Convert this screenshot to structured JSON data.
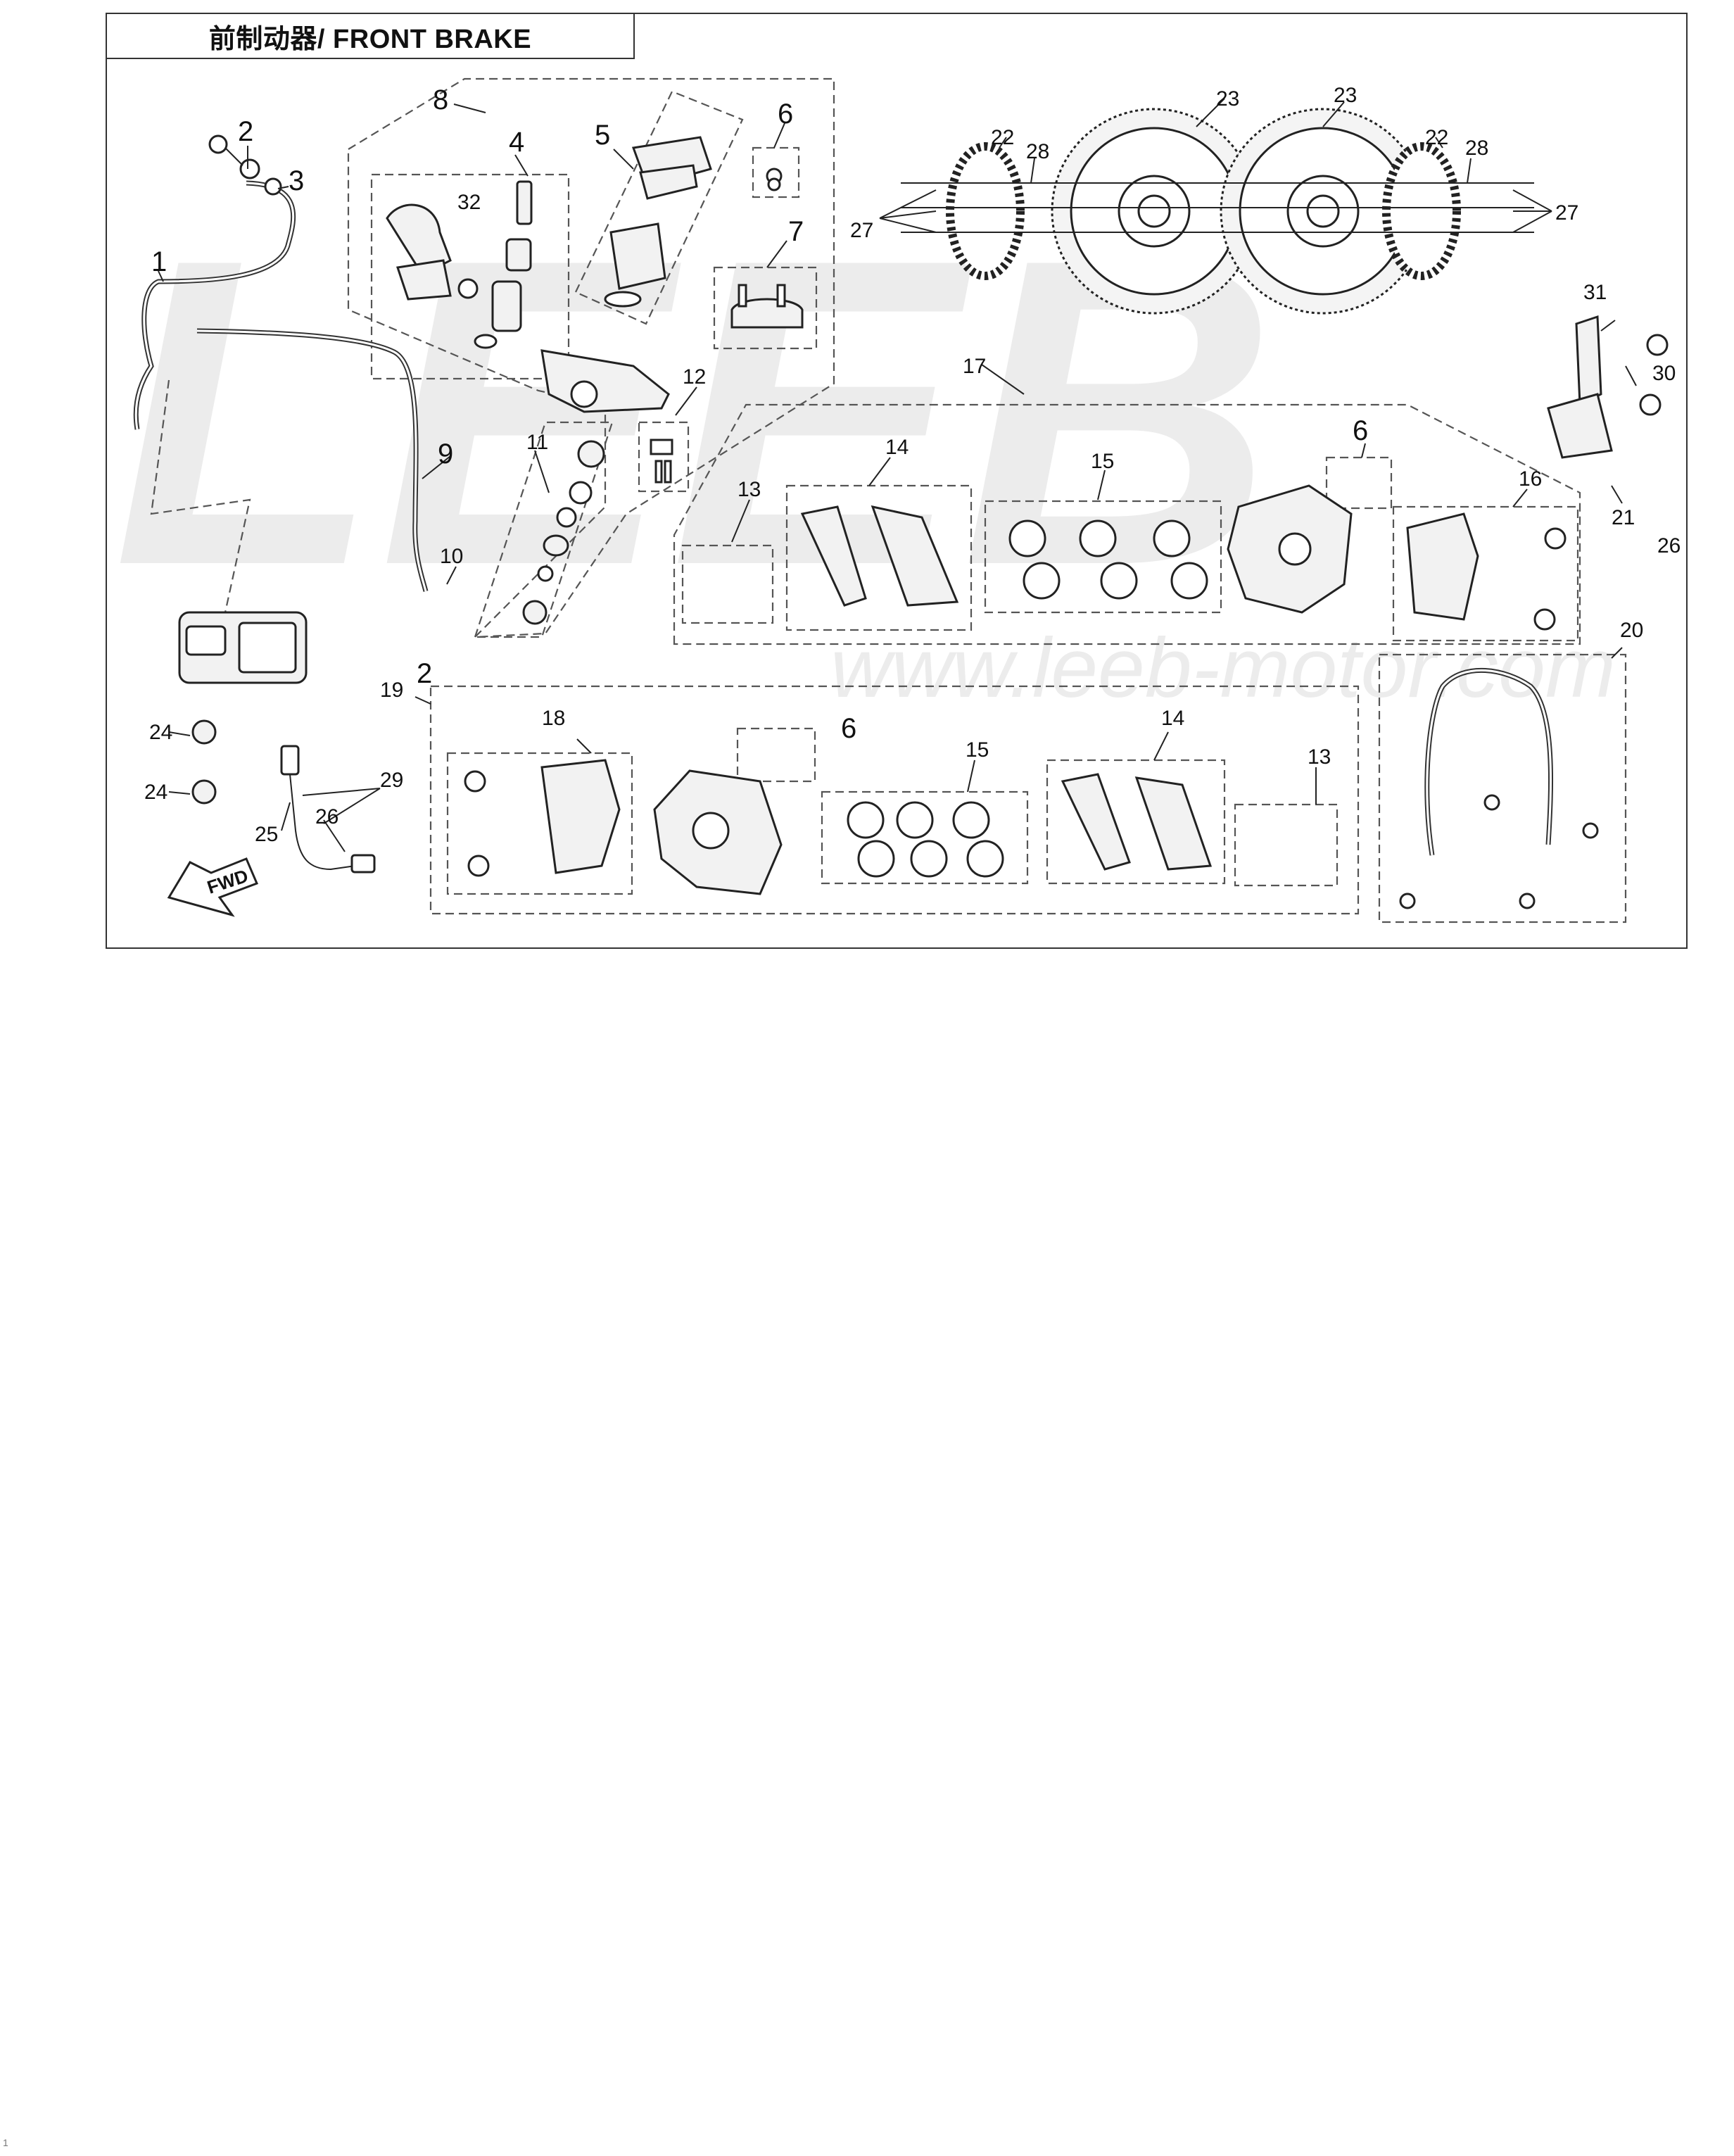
{
  "title": "前制动器/ FRONT BRAKE",
  "watermark_text": "www.leeb-motor.com",
  "watermark_logo": "LEEB",
  "direction_arrow": "FWD",
  "page_number": "1",
  "callouts": {
    "c1": "1",
    "c2a": "2",
    "c2b": "2",
    "c3": "3",
    "c4": "4",
    "c5": "5",
    "c6a": "6",
    "c6b": "6",
    "c6c": "6",
    "c7": "7",
    "c8": "8",
    "c9": "9",
    "c10": "10",
    "c11": "11",
    "c12": "12",
    "c13a": "13",
    "c13b": "13",
    "c14a": "14",
    "c14b": "14",
    "c15a": "15",
    "c15b": "15",
    "c16": "16",
    "c17": "17",
    "c18": "18",
    "c19": "19",
    "c20": "20",
    "c21": "21",
    "c22a": "22",
    "c22b": "22",
    "c23a": "23",
    "c23b": "23",
    "c24a": "24",
    "c24b": "24",
    "c25": "25",
    "c26a": "26",
    "c26b": "26",
    "c27a": "27",
    "c27b": "27",
    "c28a": "28",
    "c28b": "28",
    "c29": "29",
    "c30": "30",
    "c31": "31",
    "c32": "32"
  }
}
